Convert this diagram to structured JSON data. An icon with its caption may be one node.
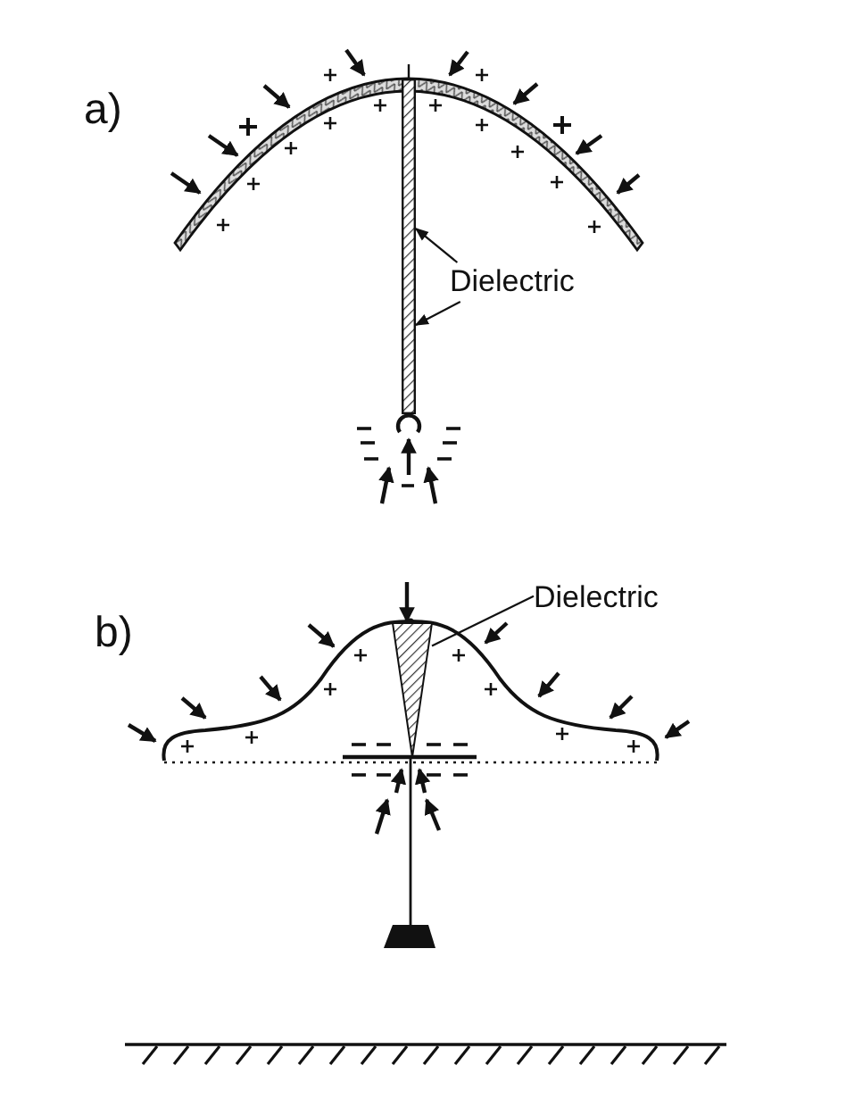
{
  "diagram": {
    "nodes": [
      {
        "text": [
          "Dielectric"
        ]
      },
      {
        "text": [],
        "shape": "bar"
      },
      {
        "text": [
          "Dielectric"
        ]
      },
      {
        "text": [],
        "shape": "wedge"
      }
    ],
    "edges": [
      {
        "from": 0,
        "to": 1,
        "arrow": "to"
      },
      {
        "from": 0,
        "to": 1,
        "arrow": "to"
      },
      {
        "from": 2,
        "to": 3,
        "arrow": "none"
      }
    ],
    "labels": [
      "a)",
      "b)"
    ]
  }
}
